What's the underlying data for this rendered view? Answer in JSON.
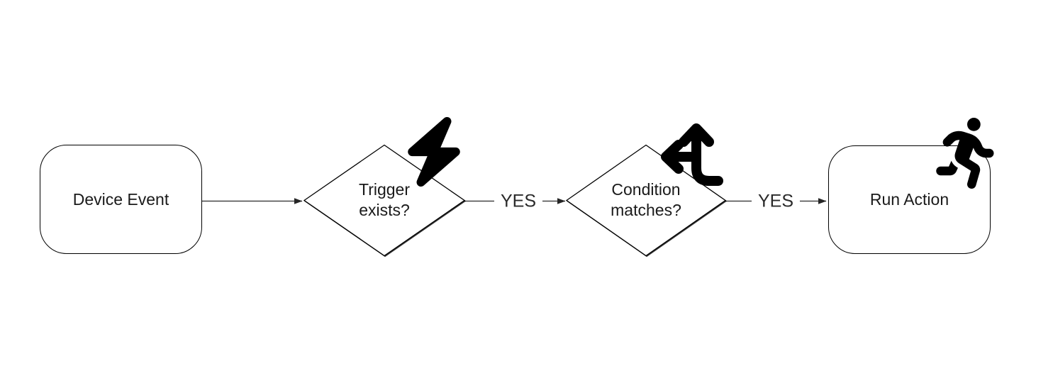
{
  "diagram": {
    "colors": {
      "background": "#ffffff",
      "shape_stroke": "#000000",
      "connector": "#464646",
      "text": "#1a1a1a",
      "icon": "#000000"
    },
    "nodes": [
      {
        "id": "device-event",
        "shape": "rounded-rectangle",
        "label": "Device Event"
      },
      {
        "id": "trigger-exists",
        "shape": "diamond",
        "label_lines": [
          "Trigger",
          "exists?"
        ],
        "icon": "lightning-bolt-icon"
      },
      {
        "id": "condition-matches",
        "shape": "diamond",
        "label_lines": [
          "Condition",
          "matches?"
        ],
        "icon": "split-arrows-icon"
      },
      {
        "id": "run-action",
        "shape": "rounded-rectangle",
        "label": "Run Action",
        "icon": "person-running-icon"
      }
    ],
    "edges": [
      {
        "from": "device-event",
        "to": "trigger-exists",
        "label": ""
      },
      {
        "from": "trigger-exists",
        "to": "condition-matches",
        "label": "YES"
      },
      {
        "from": "condition-matches",
        "to": "run-action",
        "label": "YES"
      }
    ]
  }
}
